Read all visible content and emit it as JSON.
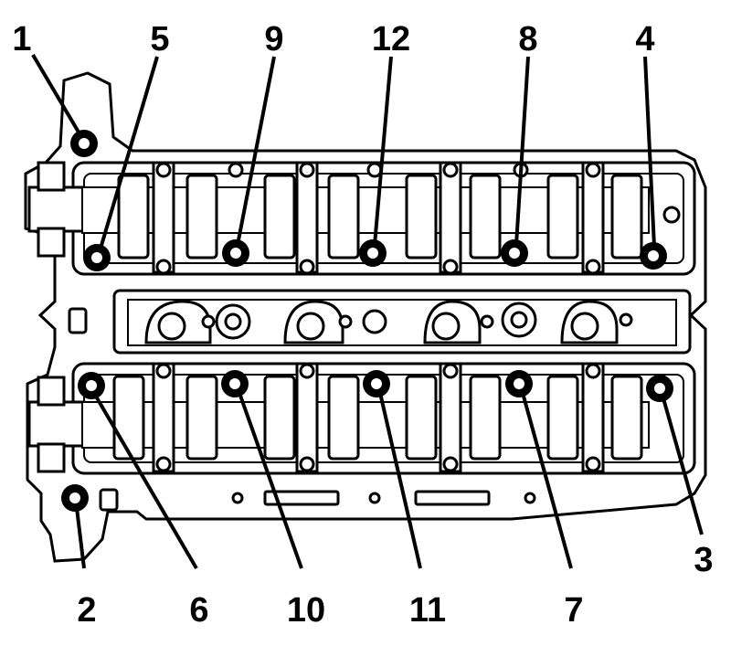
{
  "diagram": {
    "top_callouts": [
      "1",
      "5",
      "9",
      "12",
      "8",
      "4"
    ],
    "bottom_callouts": [
      "2",
      "6",
      "10",
      "11",
      "7",
      "3"
    ]
  }
}
